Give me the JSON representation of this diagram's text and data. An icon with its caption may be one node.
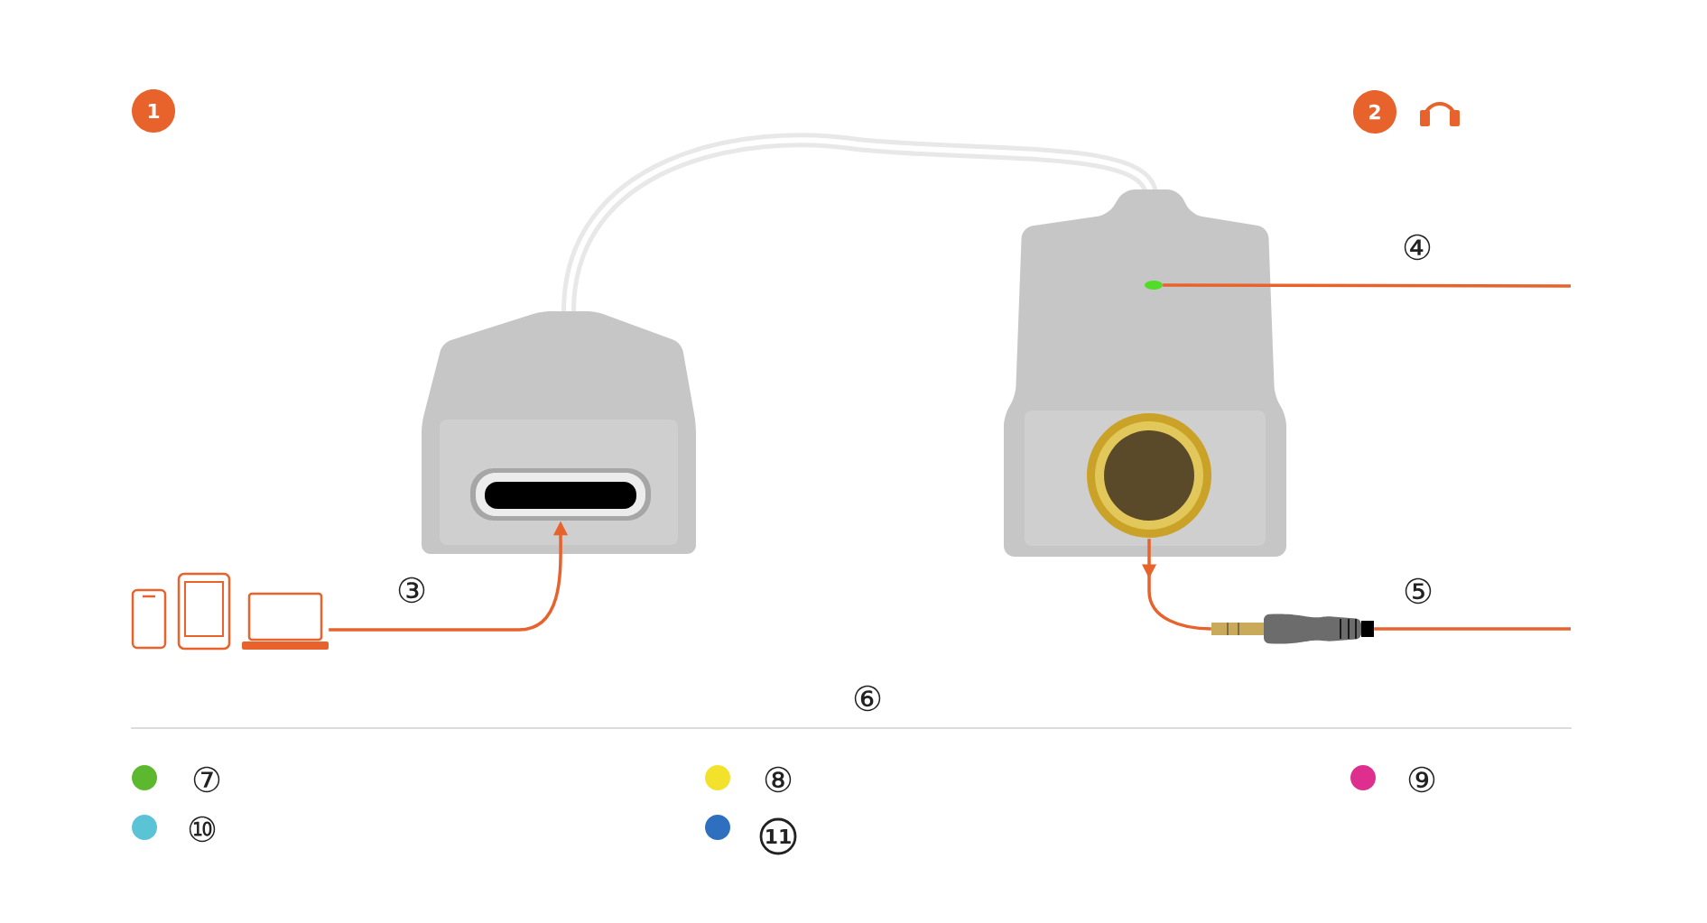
{
  "diagram": {
    "nodes": [
      {
        "text": [],
        "shape": "picture"
      },
      {
        "text": [],
        "shape": "picture"
      },
      {
        "text": [],
        "shape": "picture"
      },
      {
        "text": [],
        "shape": "picture"
      },
      {
        "text": [],
        "shape": "circle"
      },
      {
        "text": [
          "1"
        ]
      },
      {
        "text": [
          "2"
        ]
      }
    ],
    "edges": [
      {
        "from": 0,
        "to": 1,
        "arrow": "to"
      },
      {
        "from": 2,
        "to": 3,
        "arrow": "to"
      },
      {
        "from": 4,
        "to": null,
        "arrow": "none"
      },
      {
        "from": 3,
        "to": null,
        "arrow": "none"
      }
    ],
    "labels": [
      "④",
      "③",
      "⑤",
      "⑥"
    ],
    "legend": [
      {
        "text": "⑦",
        "color": "#5cb82e"
      },
      {
        "text": "⑧",
        "color": "#f2e22c"
      },
      {
        "text": "⑨",
        "color": "#df2f8e"
      },
      {
        "text": "⑩",
        "color": "#5bc3d6"
      },
      {
        "text": "11",
        "color": "#2f6fbf"
      }
    ]
  }
}
